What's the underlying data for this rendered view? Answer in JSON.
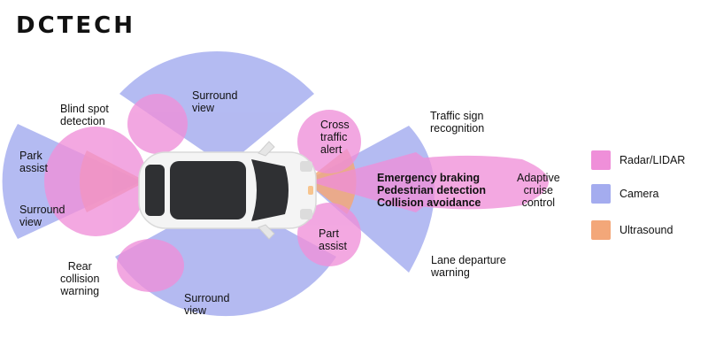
{
  "brand": {
    "logo_text": "DCTECH"
  },
  "colors": {
    "radar": "#ef8fd9",
    "camera": "#a4acef",
    "ultrasound": "#f3a779",
    "car_body": "#f4f4f4",
    "glass": "#2f3033"
  },
  "labels": {
    "surround_view_top": "Surround\nview",
    "blind_spot": "Blind spot\ndetection",
    "park_assist": "Park\nassist",
    "surround_view_left": "Surround\nview",
    "rear_collision": "Rear\ncollision\nwarning",
    "surround_view_bottom": "Surround\nview",
    "cross_traffic": "Cross\ntraffic\nalert",
    "part_assist": "Part\nassist",
    "traffic_sign": "Traffic sign\nrecognition",
    "emergency": "Emergency braking\nPedestrian detection\nCollision avoidance",
    "adaptive_cruise": "Adaptive\ncruise\ncontrol",
    "lane_departure": "Lane departure\nwarning"
  },
  "legend": [
    {
      "label": "Radar/LIDAR",
      "color": "#ef8fd9"
    },
    {
      "label": "Camera",
      "color": "#a4acef"
    },
    {
      "label": "Ultrasound",
      "color": "#f3a779"
    }
  ]
}
